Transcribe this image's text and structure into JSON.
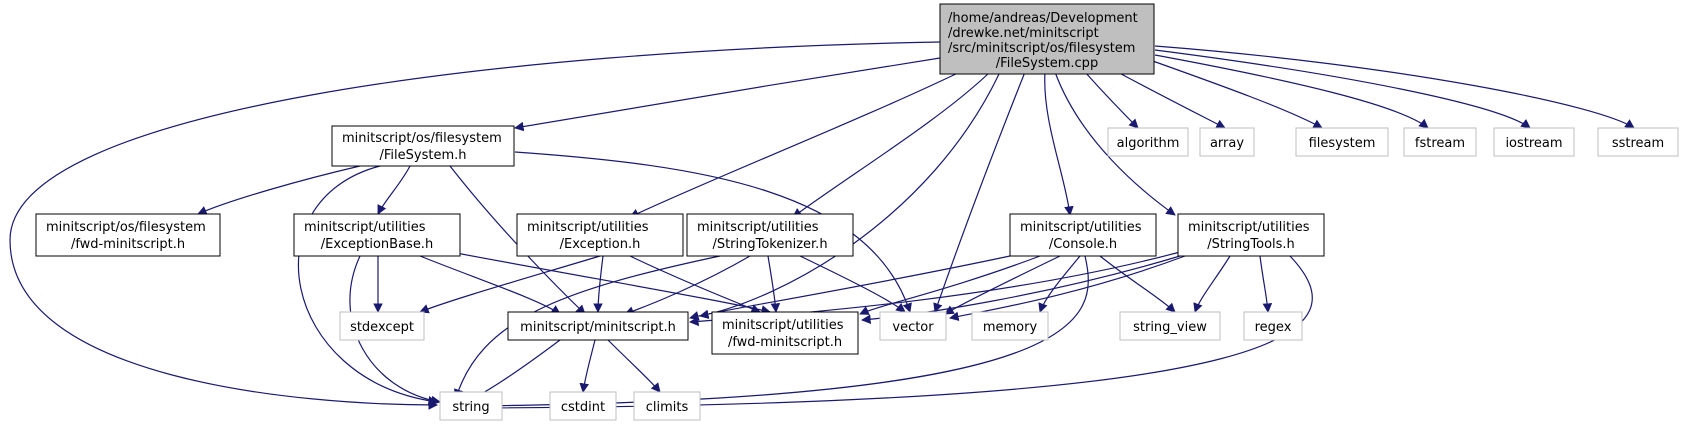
{
  "colors": {
    "edge": "#191970",
    "root_fill": "#bfbfbf",
    "node_border": "#000000",
    "system_border": "#bfbfbf",
    "background": "#ffffff"
  },
  "nodes": {
    "root": [
      "/home/andreas/Development",
      "/drewke.net/minitscript",
      "/src/minitscript/os/filesystem",
      "/FileSystem.cpp"
    ],
    "filesystem_h": [
      "minitscript/os/filesystem",
      "/FileSystem.h"
    ],
    "fwd_fs": [
      "minitscript/os/filesystem",
      "/fwd-minitscript.h"
    ],
    "exceptionbase_h": [
      "minitscript/utilities",
      "/ExceptionBase.h"
    ],
    "exception_h": [
      "minitscript/utilities",
      "/Exception.h"
    ],
    "stringtokenizer_h": [
      "minitscript/utilities",
      "/StringTokenizer.h"
    ],
    "console_h": [
      "minitscript/utilities",
      "/Console.h"
    ],
    "stringtools_h": [
      "minitscript/utilities",
      "/StringTools.h"
    ],
    "minitscript_h": [
      "minitscript/minitscript.h"
    ],
    "fwd_util": [
      "minitscript/utilities",
      "/fwd-minitscript.h"
    ],
    "algorithm": [
      "algorithm"
    ],
    "array": [
      "array"
    ],
    "filesystem": [
      "filesystem"
    ],
    "fstream": [
      "fstream"
    ],
    "iostream": [
      "iostream"
    ],
    "sstream": [
      "sstream"
    ],
    "stdexcept": [
      "stdexcept"
    ],
    "vector": [
      "vector"
    ],
    "memory": [
      "memory"
    ],
    "string_view": [
      "string_view"
    ],
    "regex": [
      "regex"
    ],
    "string": [
      "string"
    ],
    "cstdint": [
      "cstdint"
    ],
    "climits": [
      "climits"
    ]
  }
}
